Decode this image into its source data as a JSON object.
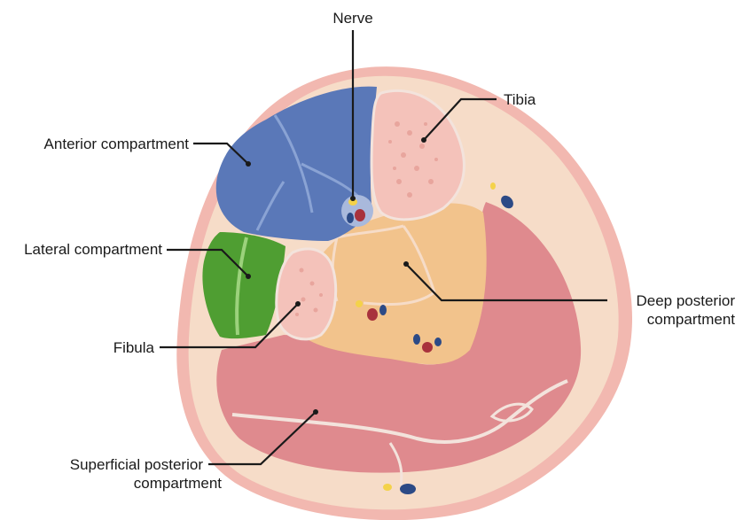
{
  "labels": {
    "nerve": "Nerve",
    "tibia": "Tibia",
    "anterior": "Anterior compartment",
    "lateral": "Lateral compartment",
    "deep_line1": "Deep posterior",
    "deep_line2": "compartment",
    "fibula": "Fibula",
    "superficial_line1": "Superficial posterior",
    "superficial_line2": "compartment"
  },
  "colors": {
    "skin_outline": "#f2b8b0",
    "subcutaneous": "#f6dcc8",
    "anterior": "#5a78b8",
    "lateral": "#4f9e32",
    "deep_posterior": "#f2c38c",
    "superficial_posterior": "#df8a8e",
    "bone": "#f4c2ba",
    "septum": "#f3e3dc",
    "vessel_blue": "#2c4a86",
    "vessel_red": "#a8323c",
    "nerve_yellow": "#f4d24a"
  }
}
